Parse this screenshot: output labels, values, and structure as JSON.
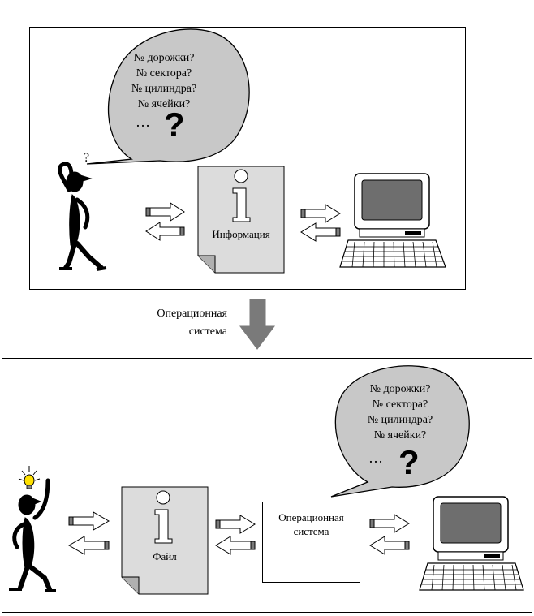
{
  "top_panel": {
    "bubble": {
      "lines": [
        "№ дорожки?",
        "№ сектора?",
        "№ цилиндра?",
        "№ ячейки?"
      ],
      "ellipsis": "…",
      "question_mark": "?"
    },
    "thinker_mark": "?",
    "document_label": "Информация"
  },
  "transition": {
    "line1": "Операционная",
    "line2": "система"
  },
  "bottom_panel": {
    "bubble": {
      "lines": [
        "№ дорожки?",
        "№ сектора?",
        "№ цилиндра?",
        "№ ячейки?"
      ],
      "ellipsis": "…",
      "question_mark": "?"
    },
    "document_label": "Файл",
    "os_box": {
      "line1": "Операционная",
      "line2": "система"
    }
  },
  "colors": {
    "bubble_fill": "#c8c8c8",
    "doc_fill": "#dcdcdc",
    "arrow_fill": "#7a7a7a",
    "screen_fill": "#6e6e6e",
    "bulb": "#ffe100"
  }
}
